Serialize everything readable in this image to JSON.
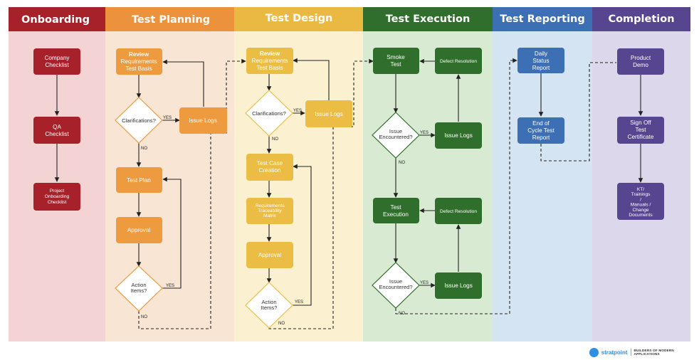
{
  "phases": {
    "onboarding": "Onboarding",
    "test_planning": "Test Planning",
    "test_design": "Test Design",
    "test_execution": "Test Execution",
    "test_reporting": "Test Reporting",
    "completion": "Completion"
  },
  "onboarding": {
    "company_checklist": [
      "Company",
      "Checklist"
    ],
    "qa_checklist": [
      "QA",
      "Checklist"
    ],
    "project_onboarding_checklist": [
      "Project",
      "Onboarding",
      "Checklist"
    ]
  },
  "planning": {
    "review": [
      "Review",
      "Requirements",
      "Test Basis"
    ],
    "clarifications": "Clarifications?",
    "issue_logs": "Issue Logs",
    "test_plan": "Test Plan",
    "approval": "Approval",
    "action_items": [
      "Action",
      "Items?"
    ]
  },
  "design": {
    "review": [
      "Review",
      "Requirements",
      "Test Basis"
    ],
    "clarifications": "Clarifications?",
    "issue_logs": "Issue Logs",
    "test_case_creation": [
      "Test Case",
      "Creation"
    ],
    "rtm": [
      "Requirements",
      "Traceability",
      "Matrix"
    ],
    "approval": "Approval",
    "action_items": [
      "Action",
      "Items?"
    ]
  },
  "execution": {
    "smoke_test": [
      "Smoke",
      "Test"
    ],
    "defect_resolution_1": "Defect Resolution",
    "issue_encountered_1": [
      "Issue",
      "Encountered?"
    ],
    "issue_logs_1": "Issue Logs",
    "test_execution": [
      "Test",
      "Execution"
    ],
    "defect_resolution_2": "Defect Resolution",
    "issue_encountered_2": [
      "Issue",
      "Encountered?"
    ],
    "issue_logs_2": "Issue Logs"
  },
  "reporting": {
    "daily_status_report": [
      "Daily",
      "Status",
      "Report"
    ],
    "end_of_cycle_report": [
      "End of",
      "Cycle Test",
      "Report"
    ]
  },
  "completion": {
    "product_demo": [
      "Product",
      "Demo"
    ],
    "sign_off": [
      "Sign Off",
      "Test",
      "Certificate"
    ],
    "kt": [
      "KT/",
      "Trainings",
      "/",
      "Manuals /",
      "Change",
      "Documents"
    ]
  },
  "edge_labels": {
    "yes": "YES",
    "no": "NO"
  },
  "logo": {
    "brand": "stratpoint",
    "tagline": "BUILDERS OF MODERN APPLICATIONS"
  },
  "colors": {
    "onboarding_head": "#a7212b",
    "onboarding_bg": "#f3d3d3",
    "onboarding_box": "#a7212b",
    "planning_head": "#ec923c",
    "planning_bg": "#f9e5d3",
    "planning_box": "#ee9a3f",
    "design_head": "#e9b941",
    "design_bg": "#fbf1d0",
    "design_box": "#ecbd45",
    "execution_head": "#2f6e2b",
    "execution_bg": "#d9ead3",
    "execution_box": "#2f6e2b",
    "reporting_head": "#3d6fb5",
    "reporting_bg": "#d5e4f3",
    "reporting_box": "#3d6fb5",
    "completion_head": "#584590",
    "completion_bg": "#dcd7ea",
    "completion_box": "#584590"
  }
}
